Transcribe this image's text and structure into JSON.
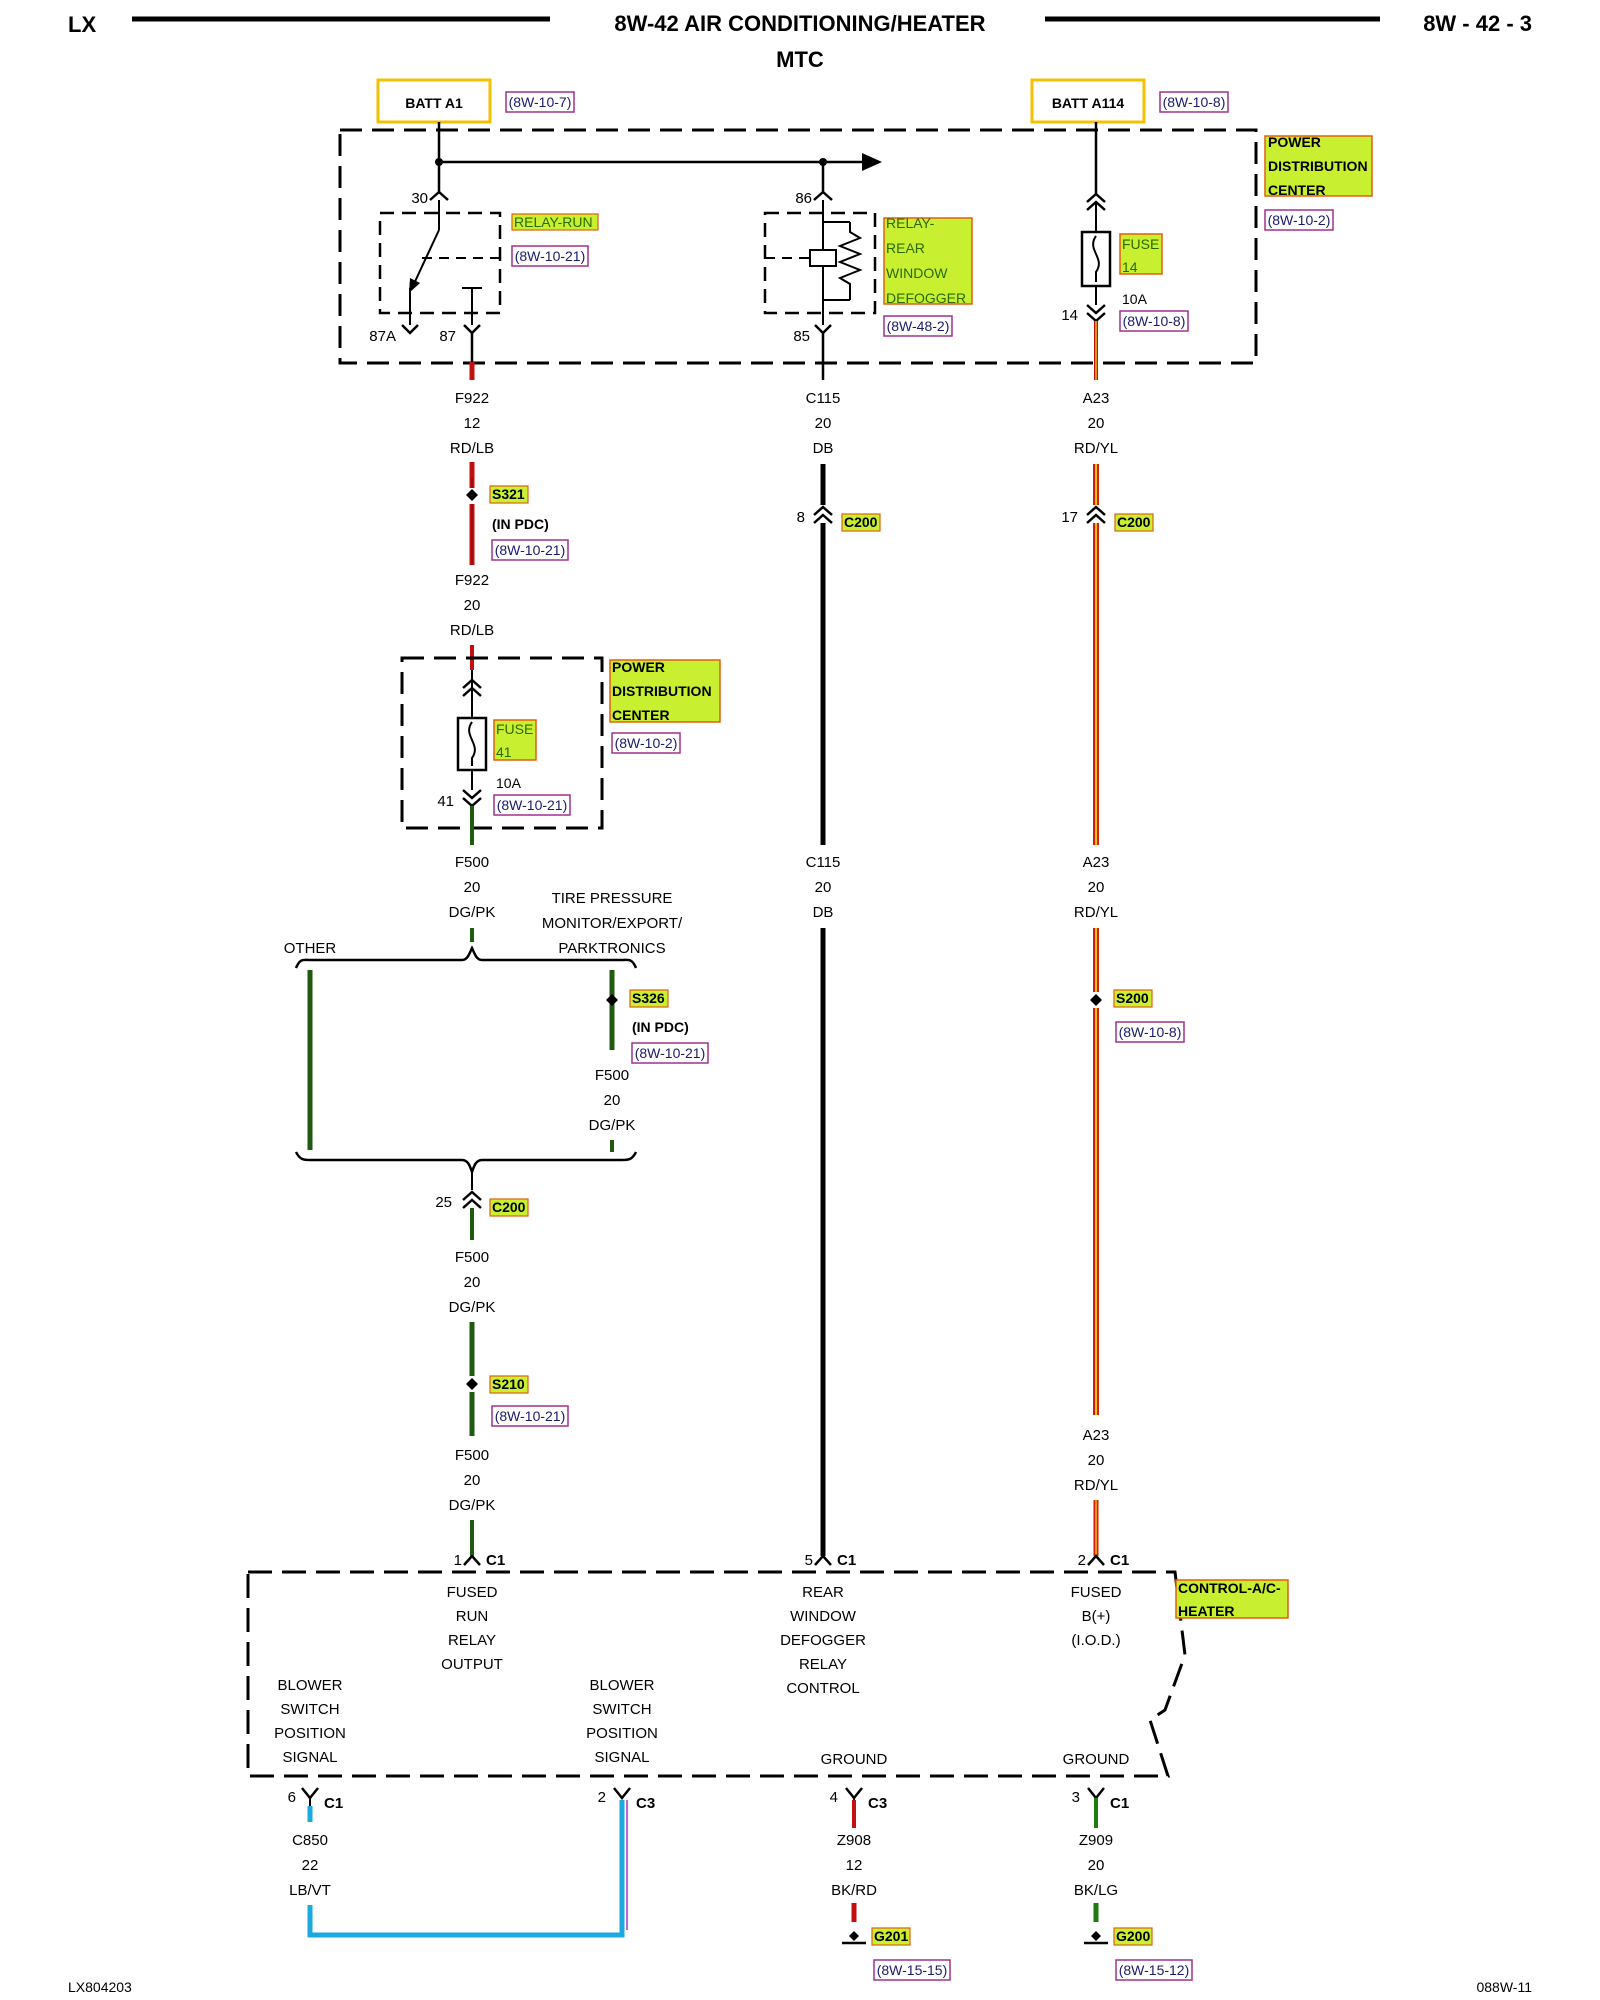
{
  "header": {
    "left": "LX",
    "title": "8W-42 AIR CONDITIONING/HEATER",
    "subtitle": "MTC",
    "page": "8W - 42 - 3"
  },
  "footer": {
    "left": "LX804203",
    "right": "088W-11"
  },
  "sources": {
    "batt_a1": {
      "label": "BATT A1",
      "ref": "(8W-10-7)"
    },
    "batt_a114": {
      "label": "BATT A114",
      "ref": "(8W-10-8)"
    }
  },
  "pdc_top": {
    "name": [
      "POWER",
      "DISTRIBUTION",
      "CENTER"
    ],
    "ref": "(8W-10-2)",
    "relay_run": {
      "label": "RELAY-RUN",
      "ref": "(8W-10-21)",
      "pins": [
        "30",
        "87A",
        "87"
      ]
    },
    "relay_defog": {
      "label": [
        "RELAY-",
        "REAR",
        "WINDOW",
        "DEFOGGER"
      ],
      "ref": "(8W-48-2)",
      "pins": [
        "86",
        "85"
      ]
    },
    "fuse14": {
      "label": [
        "FUSE",
        "14"
      ],
      "rating": "10A",
      "ref": "(8W-10-8)",
      "pin": "14"
    }
  },
  "wires": {
    "f922a": [
      "F922",
      "12",
      "RD/LB"
    ],
    "f922b": [
      "F922",
      "20",
      "RD/LB"
    ],
    "c115a": [
      "C115",
      "20",
      "DB"
    ],
    "c115b": [
      "C115",
      "20",
      "DB"
    ],
    "a23a": [
      "A23",
      "20",
      "RD/YL"
    ],
    "a23b": [
      "A23",
      "20",
      "RD/YL"
    ],
    "a23c": [
      "A23",
      "20",
      "RD/YL"
    ],
    "f500a": [
      "F500",
      "20",
      "DG/PK"
    ],
    "f500b": [
      "F500",
      "20",
      "DG/PK"
    ],
    "f500c": [
      "F500",
      "20",
      "DG/PK"
    ],
    "f500d": [
      "F500",
      "20",
      "DG/PK"
    ],
    "c850": [
      "C850",
      "22",
      "LB/VT"
    ],
    "z908": [
      "Z908",
      "12",
      "BK/RD"
    ],
    "z909": [
      "Z909",
      "20",
      "BK/LG"
    ]
  },
  "splices": {
    "s321": {
      "id": "S321",
      "note": "(IN PDC)",
      "ref": "(8W-10-21)"
    },
    "s326": {
      "id": "S326",
      "note": "(IN PDC)",
      "ref": "(8W-10-21)"
    },
    "s200": {
      "id": "S200",
      "ref": "(8W-10-8)"
    },
    "s210": {
      "id": "S210",
      "ref": "(8W-10-21)"
    }
  },
  "connectors": {
    "c200_8": {
      "pin": "8",
      "id": "C200"
    },
    "c200_17": {
      "pin": "17",
      "id": "C200"
    },
    "c200_25": {
      "pin": "25",
      "id": "C200"
    }
  },
  "pdc_mid": {
    "name": [
      "POWER",
      "DISTRIBUTION",
      "CENTER"
    ],
    "ref": "(8W-10-2)",
    "fuse41": {
      "label": [
        "FUSE",
        "41"
      ],
      "rating": "10A",
      "ref": "(8W-10-21)",
      "pin": "41"
    }
  },
  "branch": {
    "other": "OTHER",
    "tire": [
      "TIRE PRESSURE",
      "MONITOR/EXPORT/",
      "PARKTRONICS"
    ]
  },
  "module": {
    "name": [
      "CONTROL-A/C-",
      "HEATER"
    ],
    "pins_top": [
      {
        "pin": "1",
        "conn": "C1",
        "text": [
          "FUSED",
          "RUN",
          "RELAY",
          "OUTPUT"
        ]
      },
      {
        "pin": "5",
        "conn": "C1",
        "text": [
          "REAR",
          "WINDOW",
          "DEFOGGER",
          "RELAY",
          "CONTROL"
        ]
      },
      {
        "pin": "2",
        "conn": "C1",
        "text": [
          "FUSED",
          "B(+)",
          "(I.O.D.)"
        ]
      }
    ],
    "pins_bottom": [
      {
        "pin": "6",
        "conn": "C1",
        "text": [
          "BLOWER",
          "SWITCH",
          "POSITION",
          "SIGNAL"
        ]
      },
      {
        "pin": "2",
        "conn": "C3",
        "text": [
          "BLOWER",
          "SWITCH",
          "POSITION",
          "SIGNAL"
        ]
      },
      {
        "pin": "4",
        "conn": "C3",
        "text": [
          "GROUND"
        ]
      },
      {
        "pin": "3",
        "conn": "C1",
        "text": [
          "GROUND"
        ]
      }
    ]
  },
  "grounds": {
    "g201": {
      "id": "G201",
      "ref": "(8W-15-15)"
    },
    "g200": {
      "id": "G200",
      "ref": "(8W-15-12)"
    }
  }
}
